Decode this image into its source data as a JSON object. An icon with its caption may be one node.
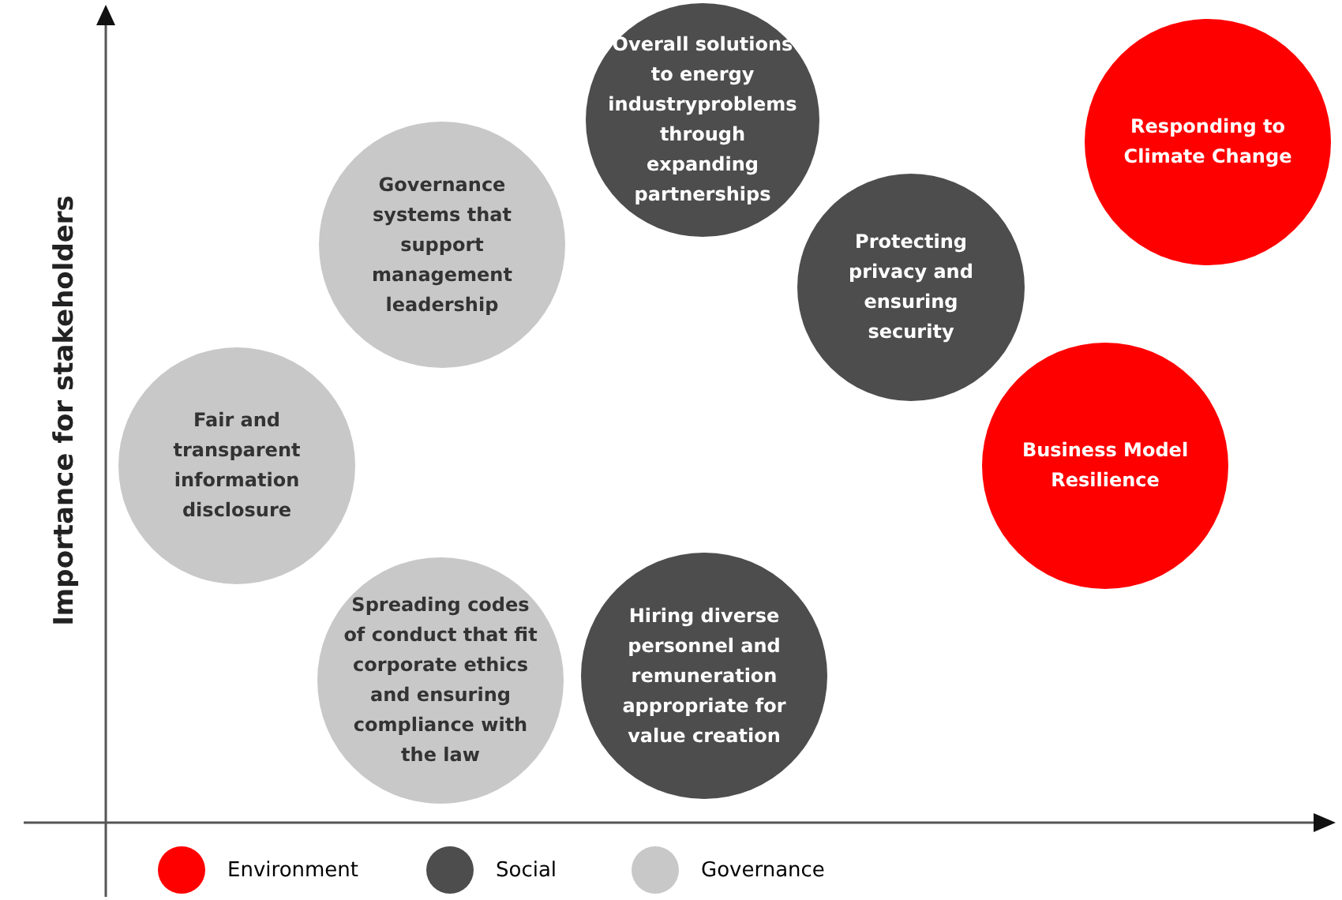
{
  "diagram": {
    "nodes": [
      {
        "text": [
          "Overall solutions to energy industryproblems through expanding partnerships"
        ]
      },
      {
        "text": [
          "Responding to Climate Change"
        ]
      },
      {
        "text": [
          "Governance systems that support management leadership"
        ]
      },
      {
        "text": [
          "Protecting privacy and ensuring security"
        ]
      },
      {
        "text": [
          "Fair and transparent information disclosure"
        ]
      },
      {
        "text": [
          "Business Model Resilience"
        ]
      },
      {
        "text": [
          "Spreading codes of conduct that fit corporate ethics and ensuring compliance with the law"
        ]
      },
      {
        "text": [
          "Hiring diverse personnel and remuneration appropriate for value creation"
        ]
      }
    ],
    "edges": [],
    "labels": [
      "Importance for stakeholders"
    ],
    "legend": [
      {
        "text": "Environment",
        "color": "#ff0000"
      },
      {
        "text": "Social",
        "color": "#4d4d4d"
      },
      {
        "text": "Governance",
        "color": "#c8c8c8"
      }
    ]
  }
}
